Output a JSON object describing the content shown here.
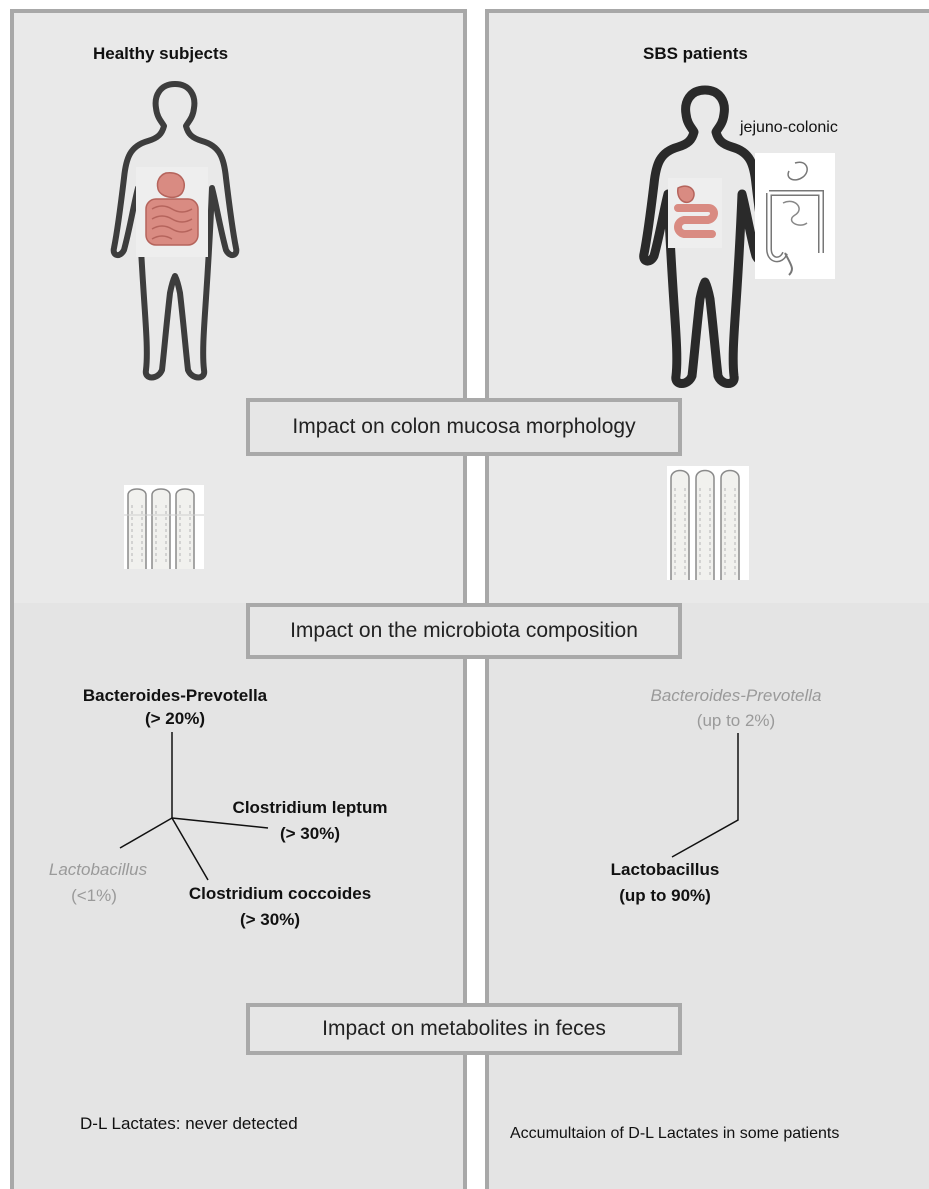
{
  "columns": {
    "left_title": "Healthy subjects",
    "right_title": "SBS patients",
    "right_note": "jejuno-colonic"
  },
  "impact_boxes": [
    "Impact on colon mucosa morphology",
    "Impact on the microbiota composition",
    "Impact on metabolites in feces"
  ],
  "healthy_microbiota": {
    "bacteroides_name": "Bacteroides-Prevotella",
    "bacteroides_pct": "(> 20%)",
    "clostridium_leptum_name": "Clostridium leptum",
    "clostridium_leptum_pct": "(> 30%)",
    "clostridium_coccoides_name": "Clostridium coccoides",
    "clostridium_coccoides_pct": "(> 30%)",
    "lactobacillus_name": "Lactobacillus",
    "lactobacillus_pct": "(<1%)"
  },
  "sbs_microbiota": {
    "bacteroides_name": "Bacteroides-Prevotella",
    "bacteroides_pct": "(up to 2%)",
    "lactobacillus_name": "Lactobacillus",
    "lactobacillus_pct": "(up to 90%)"
  },
  "metabolites": {
    "healthy": "D-L Lactates: never detected",
    "sbs": "Accumultaion of D-L Lactates in some patients"
  },
  "icons": {
    "body": "human-silhouette-icon",
    "intestine": "intestine-icon",
    "colon_outline": "colon-outline-icon",
    "mucosa": "colon-mucosa-icon"
  },
  "colors": {
    "panel_border": "#a8a8a8",
    "panel_bg": "#e9e9e9",
    "grey_text": "#9a9a9a",
    "intestine": "#d98b82"
  }
}
